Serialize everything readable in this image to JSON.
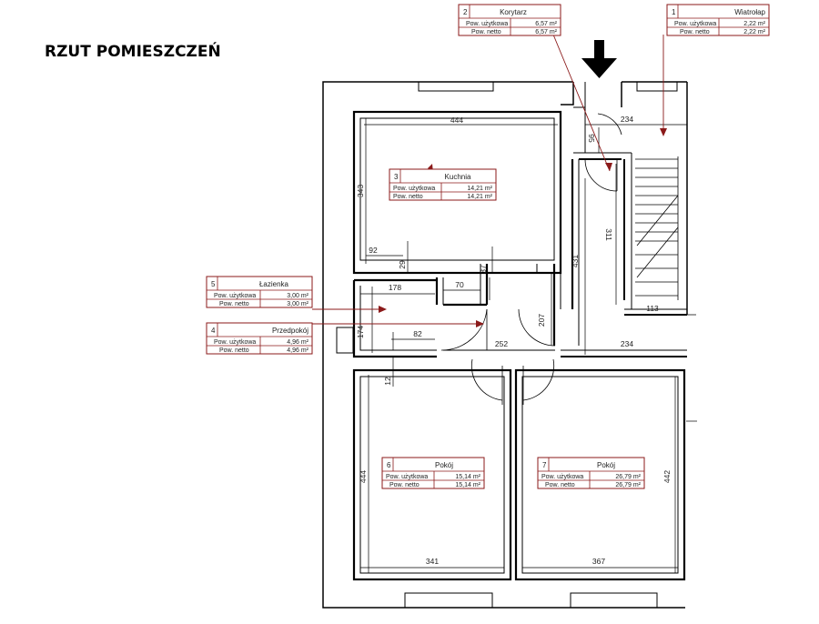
{
  "title": "RZUT POMIESZCZEŃ",
  "accent_color": "#8b1a1a",
  "row_labels": {
    "usable": "Pow. użytkowa",
    "net": "Pow. netto"
  },
  "rooms": [
    {
      "num": "1",
      "name": "Wiatrołap",
      "usable": "2,22 m²",
      "net": "2,22 m²"
    },
    {
      "num": "2",
      "name": "Korytarz",
      "usable": "6,57 m²",
      "net": "6,57 m²"
    },
    {
      "num": "3",
      "name": "Kuchnia",
      "usable": "14,21 m²",
      "net": "14,21 m²"
    },
    {
      "num": "4",
      "name": "Przedpokój",
      "usable": "4,96 m²",
      "net": "4,96 m²"
    },
    {
      "num": "5",
      "name": "Łazienka",
      "usable": "3,00 m²",
      "net": "3,00 m²"
    },
    {
      "num": "6",
      "name": "Pokój",
      "usable": "15,14 m²",
      "net": "15,14 m²"
    },
    {
      "num": "7",
      "name": "Pokój",
      "usable": "26,79 m²",
      "net": "26,79 m²"
    }
  ],
  "dimensions": {
    "kitchen_width": "444",
    "kitchen_height": "343",
    "kitchen_92": "92",
    "kitchen_29": "29",
    "kitchen_37": "37",
    "vestibule_width": "234",
    "vestibule_95": "95",
    "stair_311": "311",
    "stair_113": "113",
    "corridor_431": "431",
    "corridor_207": "207",
    "hall_252": "252",
    "hall_234": "234",
    "bath_178": "178",
    "bath_70": "70",
    "hall_174": "174",
    "hall_82": "82",
    "wall_12": "12",
    "room6_height": "444",
    "room6_width": "341",
    "room7_height": "442",
    "room7_width": "367"
  }
}
